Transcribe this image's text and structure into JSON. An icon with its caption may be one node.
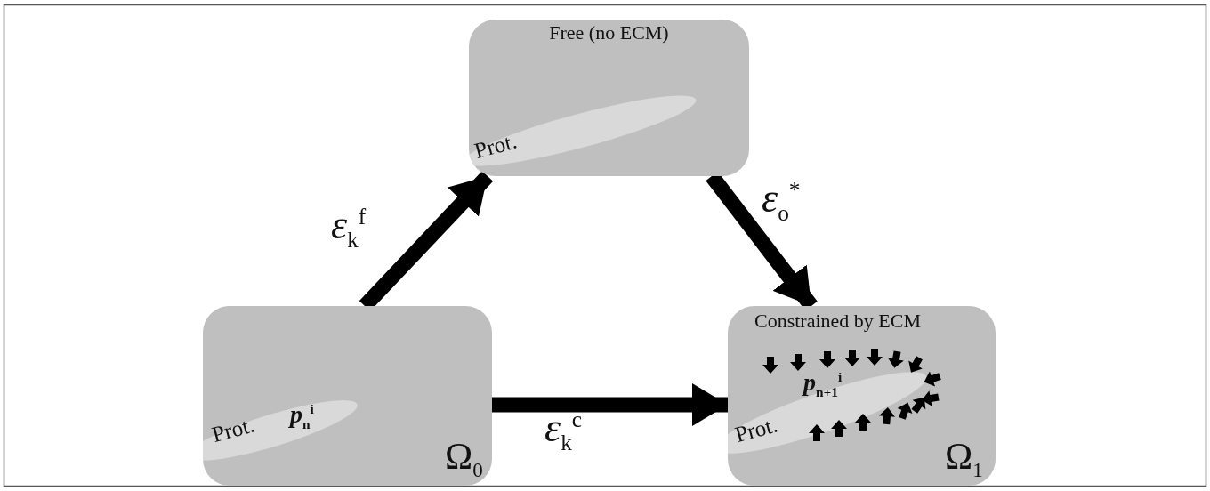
{
  "diagram": {
    "nodes": [
      {
        "text": [
          "Prot.",
          "*p*$_{n}$$^{i}$",
          "Ω$_{0}$"
        ]
      },
      {
        "text": [
          "Free (no ECM)",
          "Prot."
        ]
      },
      {
        "text": [
          "Constrained by ECM",
          "Prot.",
          "*p*$_{n+1}$$^{i}$",
          "Ω$_{1}$"
        ]
      }
    ],
    "edges": [
      {
        "from": 0,
        "to": 1,
        "arrow": "to",
        "label": "*ε*$_{k}$$^{f}$"
      },
      {
        "from": 1,
        "to": 2,
        "arrow": "to",
        "label": "*ε*$_{o}$$^{*}$"
      },
      {
        "from": 0,
        "to": 2,
        "arrow": "to",
        "label": "*ε*$_{k}$$^{c}$"
      }
    ]
  }
}
